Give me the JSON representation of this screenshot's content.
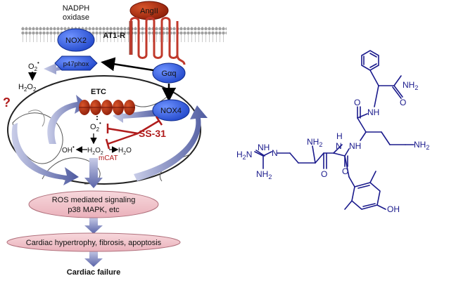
{
  "pathway": {
    "nadph_line1": "NADPH",
    "nadph_line2": "oxidase",
    "angii": "AngII",
    "at1r": "AT1-R",
    "nox2": "NOX2",
    "p47phox": "p47phox",
    "gaq": "Gαq",
    "o2_radical": "O",
    "o2_sub": "2",
    "o2_sup": "•",
    "h2o2": "H",
    "h2o2_sub1": "2",
    "h2o2_o": "O",
    "h2o2_sub2": "2",
    "question": "?",
    "etc": "ETC",
    "nox4": "NOX4",
    "o2_mito": "O",
    "o2_mito_sub": "2",
    "o2_mito_sup": "•",
    "ss31": "SS-31",
    "oh_radical": "OH",
    "oh_sup": "•",
    "h2o2_mito": "H",
    "h2o2_mito_sub1": "2",
    "h2o2_mito_o": "O",
    "h2o2_mito_sub2": "2",
    "h2o": "H",
    "h2o_sub": "2",
    "h2o_o": "O",
    "mcat": "mCAT",
    "ros_line1": "ROS mediated signaling",
    "ros_line2": "p38 MAPK, etc",
    "cardiac_outcomes": "Cardiac hypertrophy, fibrosis, apoptosis",
    "cardiac_failure": "Cardiac failure"
  },
  "molecule": {
    "nh2_top": "NH",
    "nh2_top_sub": "2",
    "o_top": "O",
    "nh_top": "NH",
    "o_mid": "O",
    "nh_mid": "NH",
    "nh2_right": "NH",
    "nh2_right_sub": "2",
    "h2n_left": "H",
    "h2n_left_sub": "2",
    "h2n_left_n": "N",
    "nh_guan": "NH",
    "n_guan": "N",
    "nh2_guan": "NH",
    "nh2_guan_sub": "2",
    "nh2_alpha": "NH",
    "nh2_alpha_sub": "2",
    "h_amide": "H",
    "n_amide": "N",
    "o_arg": "O",
    "o_tyr": "O",
    "oh": "OH"
  },
  "colors": {
    "navy": "#1a1a8c",
    "blue_membrane_protein": "#3a64d8",
    "red_arrow": "#b01c1c",
    "pink_box": "#f2c4cc"
  }
}
